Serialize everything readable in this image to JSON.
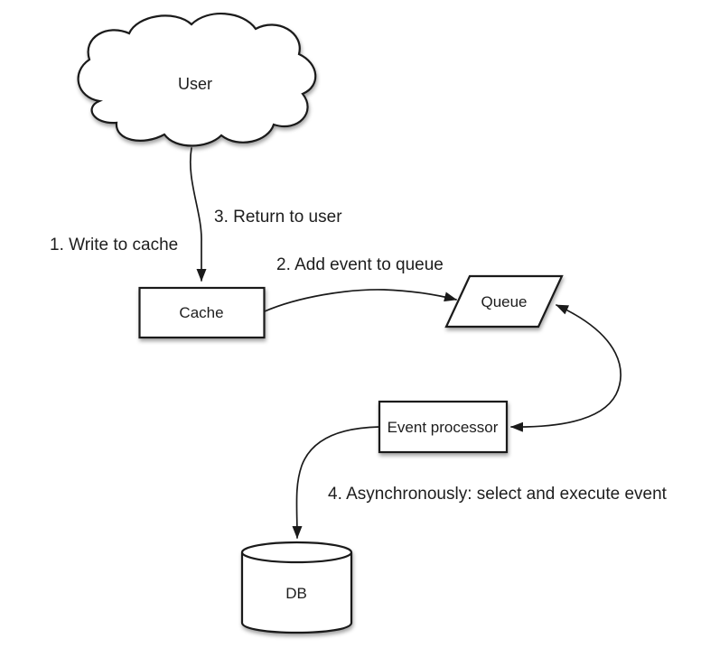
{
  "diagram": {
    "type": "flow-diagram",
    "background_color": "#ffffff",
    "stroke_color": "#1a1a1a",
    "text_color": "#1d1d1d",
    "nodes": {
      "user": {
        "label": "User",
        "shape": "cloud"
      },
      "cache": {
        "label": "Cache",
        "shape": "rectangle"
      },
      "queue": {
        "label": "Queue",
        "shape": "parallelogram"
      },
      "event_processor": {
        "label": "Event processor",
        "shape": "rectangle"
      },
      "db": {
        "label": "DB",
        "shape": "cylinder"
      }
    },
    "arrows": [
      {
        "from": "user",
        "to": "cache",
        "style": "single-head"
      },
      {
        "from": "cache",
        "to": "queue",
        "style": "single-head"
      },
      {
        "from": "queue",
        "to": "event_processor",
        "style": "double-head"
      },
      {
        "from": "event_processor",
        "to": "db",
        "style": "single-head"
      }
    ],
    "annotations": [
      {
        "text": "1. Write to cache"
      },
      {
        "text": "2. Add event to queue"
      },
      {
        "text": "3. Return to user"
      },
      {
        "text": "4. Asynchronously: select and execute event"
      }
    ]
  }
}
